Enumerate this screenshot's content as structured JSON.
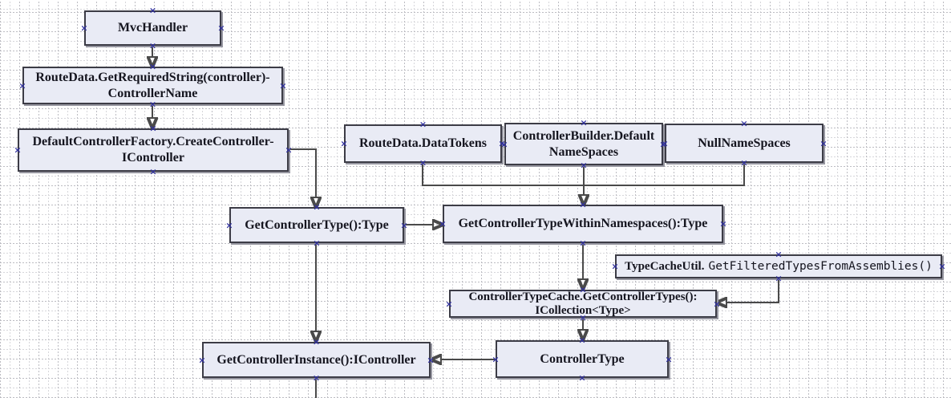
{
  "nodes": {
    "mvc_handler": {
      "label": "MvcHandler"
    },
    "get_required_string": {
      "label": "RouteData.GetRequiredString(controller)-\nControllerName"
    },
    "create_controller": {
      "label": "DefaultControllerFactory.CreateController-\nIController"
    },
    "route_data_tokens": {
      "label": "RouteData.DataTokens"
    },
    "controller_builder": {
      "label": "ControllerBuilder.Default\nNameSpaces"
    },
    "null_namespaces": {
      "label": "NullNameSpaces"
    },
    "get_controller_type": {
      "label": "GetControllerType():Type"
    },
    "get_type_within_ns": {
      "label": "GetControllerTypeWithinNamespaces():Type"
    },
    "type_cache_util": {
      "label_class": "TypeCacheUtil.",
      "label_method": "GetFilteredTypesFromAssemblies()"
    },
    "controller_type_cache": {
      "label": "ControllerTypeCache.GetControllerTypes():\nICollection<Type>"
    },
    "get_controller_instance": {
      "label": "GetControllerInstance():IController"
    },
    "controller_type": {
      "label": "ControllerType"
    }
  },
  "connectors": [
    {
      "from": "mvc_handler",
      "to": "get_required_string"
    },
    {
      "from": "get_required_string",
      "to": "create_controller"
    },
    {
      "from": "create_controller",
      "to": "get_controller_type"
    },
    {
      "from": "get_controller_type",
      "to": "get_type_within_ns"
    },
    {
      "from": "route_data_tokens",
      "to": "get_type_within_ns"
    },
    {
      "from": "controller_builder",
      "to": "get_type_within_ns"
    },
    {
      "from": "null_namespaces",
      "to": "get_type_within_ns"
    },
    {
      "from": "get_type_within_ns",
      "to": "controller_type_cache"
    },
    {
      "from": "type_cache_util",
      "to": "controller_type_cache"
    },
    {
      "from": "controller_type_cache",
      "to": "controller_type"
    },
    {
      "from": "controller_type",
      "to": "get_controller_instance"
    },
    {
      "from": "get_controller_type",
      "to": "get_controller_instance"
    },
    {
      "from": "get_controller_instance",
      "to": "offscreen-bottom"
    }
  ],
  "icons": {
    "connection_point": "×"
  },
  "colors": {
    "node_fill": "#e9ebf5",
    "node_border": "#3c3c46",
    "node_shadow": "#9797a1",
    "connector": "#4a4a4a",
    "connection_point": "#32329e",
    "text": "#15151f",
    "grid_major": "#bcbcc2",
    "grid_minor": "#d6d6da",
    "background": "#ffffff"
  }
}
